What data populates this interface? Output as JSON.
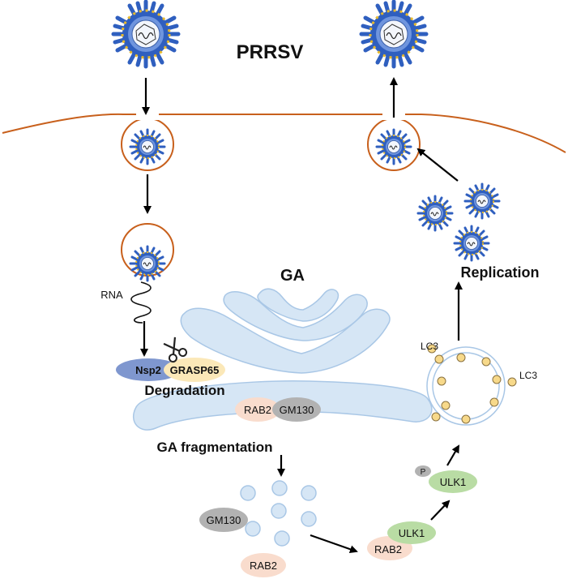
{
  "title": "PRRSV",
  "labels": {
    "ga": "GA",
    "rna": "RNA",
    "nsp2": "Nsp2",
    "grasp65": "GRASP65",
    "degradation": "Degradation",
    "rab2_golgi": "RAB2",
    "gm130_golgi": "GM130",
    "ga_fragmentation": "GA fragmentation",
    "gm130_frag": "GM130",
    "rab2_frag": "RAB2",
    "ulk1_low": "ULK1",
    "rab2_low": "RAB2",
    "p": "P",
    "ulk1_phos": "ULK1",
    "lc3_a": "LC3",
    "lc3_b": "LC3",
    "replication": "Replication"
  },
  "colors": {
    "membrane": "#c8601c",
    "virus_blue": "#3b6fd1",
    "virus_yellow": "#e8b92a",
    "golgi": "#d6e6f5",
    "golgi_stroke": "#a9c7e6",
    "nsp2": "#7f97cf",
    "grasp65": "#fbe8b8",
    "rab2": "#f9dccd",
    "gm130": "#b2b2b2",
    "ulk1": "#b9dca4",
    "lc3_dot": "#f7d98a"
  },
  "icons": [
    "scissors-icon"
  ]
}
